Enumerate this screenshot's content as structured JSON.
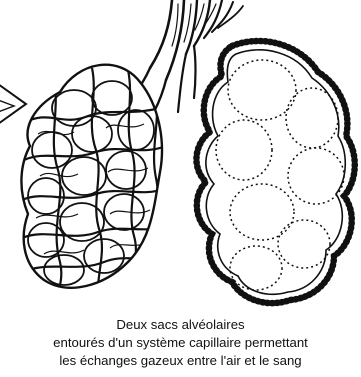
{
  "caption": {
    "line1": "Deux sacs alvéolaires",
    "line2": "entourés d'un système capillaire permettant",
    "line3": "les échanges gazeux entre l'air et le sang"
  },
  "colors": {
    "ink": "#111111",
    "background": "#ffffff"
  }
}
